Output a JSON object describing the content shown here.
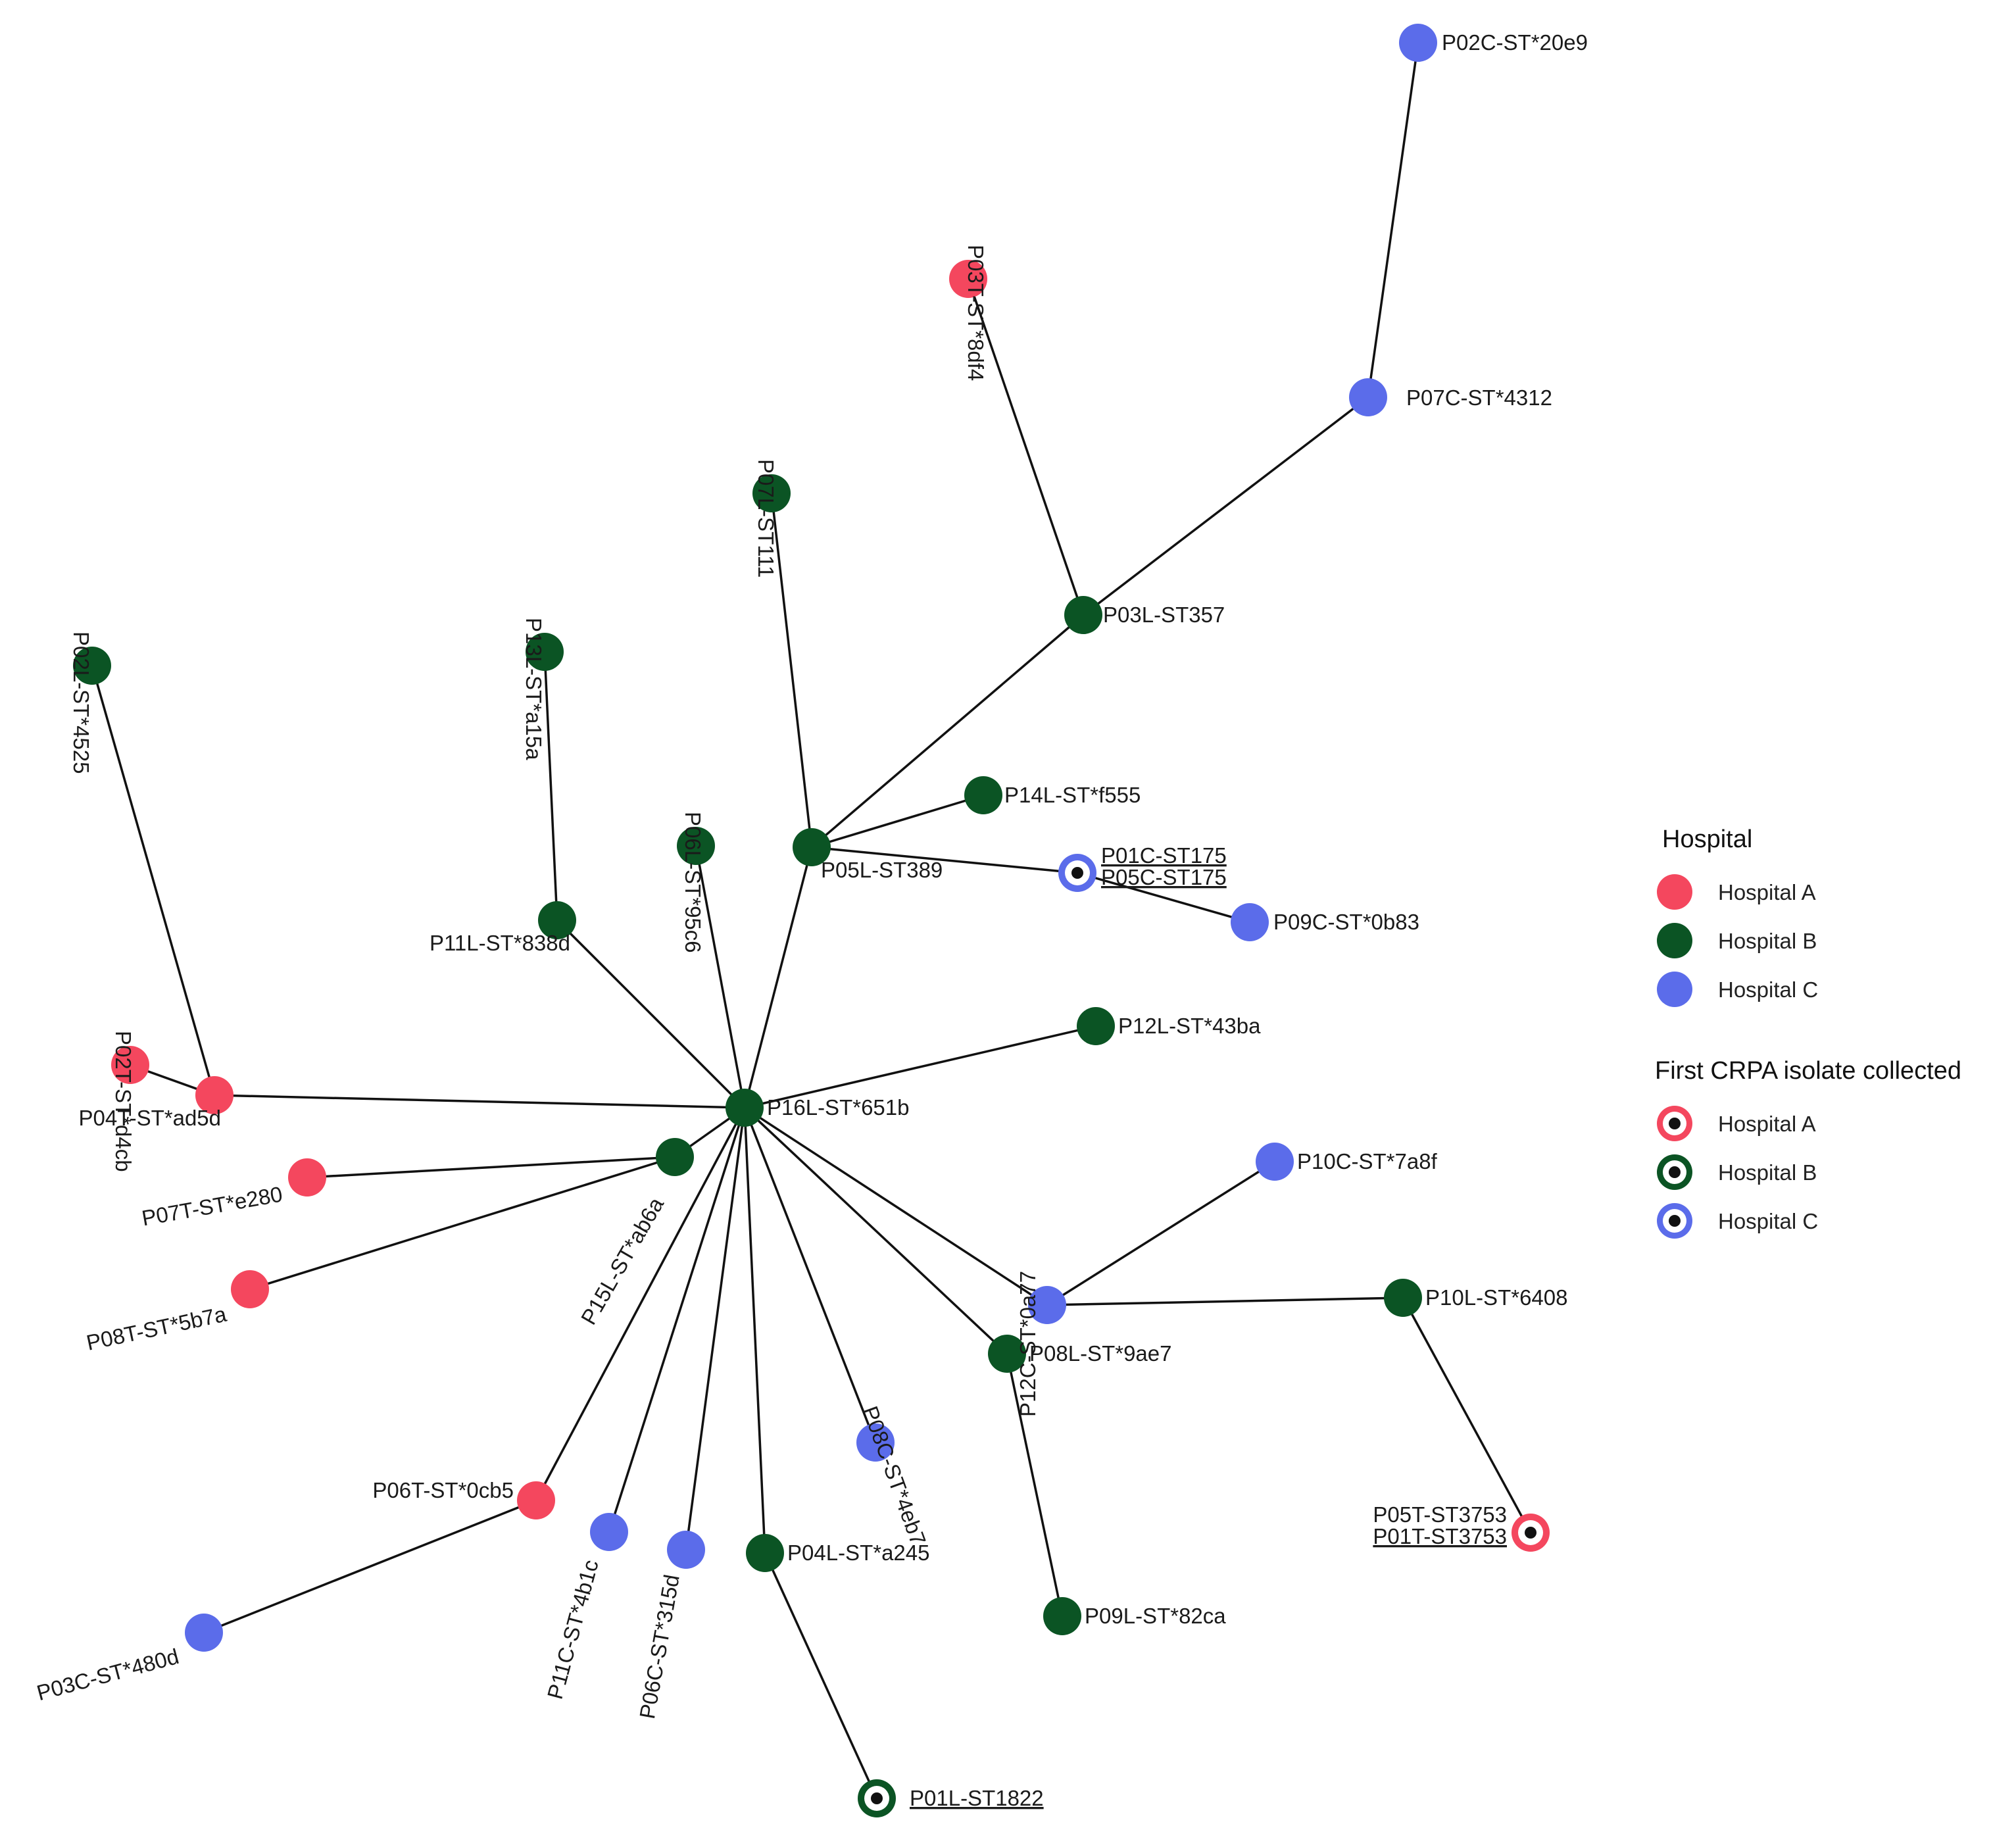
{
  "colors": {
    "hospital_a": "#f4475e",
    "hospital_b": "#0b5424",
    "hospital_c": "#5b6cea",
    "edge": "#111111",
    "first_dot": "#111111"
  },
  "legend": {
    "hospital_title": "Hospital",
    "hospital_items": [
      {
        "label": "Hospital A",
        "group": "A"
      },
      {
        "label": "Hospital B",
        "group": "B"
      },
      {
        "label": "Hospital C",
        "group": "C"
      }
    ],
    "first_title": "First CRPA isolate collected",
    "first_items": [
      {
        "label": "Hospital A",
        "group": "A"
      },
      {
        "label": "Hospital B",
        "group": "B"
      },
      {
        "label": "Hospital C",
        "group": "C"
      }
    ]
  },
  "nodes": [
    {
      "id": "P16L",
      "group": "B",
      "labels": [
        "P16L-ST*651b"
      ]
    },
    {
      "id": "P02C",
      "group": "C",
      "labels": [
        "P02C-ST*20e9"
      ]
    },
    {
      "id": "P03T",
      "group": "A",
      "labels": [
        "P03T-ST*8df4"
      ]
    },
    {
      "id": "P07C",
      "group": "C",
      "labels": [
        "P07C-ST*4312"
      ]
    },
    {
      "id": "P07L",
      "group": "B",
      "labels": [
        "P07L-ST111"
      ]
    },
    {
      "id": "P03L",
      "group": "B",
      "labels": [
        "P03L-ST357"
      ]
    },
    {
      "id": "P02L",
      "group": "B",
      "labels": [
        "P02L-ST*4525"
      ]
    },
    {
      "id": "P13L",
      "group": "B",
      "labels": [
        "P13L-ST*a15a"
      ]
    },
    {
      "id": "P06L",
      "group": "B",
      "labels": [
        "P06L-ST*95c6"
      ]
    },
    {
      "id": "P14L",
      "group": "B",
      "labels": [
        "P14L-ST*f555"
      ]
    },
    {
      "id": "P05L",
      "group": "B",
      "labels": [
        "P05L-ST389"
      ]
    },
    {
      "id": "P01C",
      "group": "C",
      "first": true,
      "labels": [
        "P01C-ST175",
        "P05C-ST175"
      ]
    },
    {
      "id": "P09C",
      "group": "C",
      "labels": [
        "P09C-ST*0b83"
      ]
    },
    {
      "id": "P11L",
      "group": "B",
      "labels": [
        "P11L-ST*838d"
      ]
    },
    {
      "id": "P02T",
      "group": "A",
      "labels": [
        "P02T-ST*d4cb"
      ]
    },
    {
      "id": "P04T",
      "group": "A",
      "labels": [
        "P04T-ST*ad5d"
      ]
    },
    {
      "id": "P12L",
      "group": "B",
      "labels": [
        "P12L-ST*43ba"
      ]
    },
    {
      "id": "P07T",
      "group": "A",
      "labels": [
        "P07T-ST*e280"
      ]
    },
    {
      "id": "P15L",
      "group": "B",
      "labels": [
        "P15L-ST*ab6a"
      ]
    },
    {
      "id": "P08T",
      "group": "A",
      "labels": [
        "P08T-ST*5b7a"
      ]
    },
    {
      "id": "P12C",
      "group": "C",
      "labels": [
        "P12C-ST*0a77"
      ]
    },
    {
      "id": "P10C",
      "group": "C",
      "labels": [
        "P10C-ST*7a8f"
      ]
    },
    {
      "id": "P10L",
      "group": "B",
      "labels": [
        "P10L-ST*6408"
      ]
    },
    {
      "id": "P08L",
      "group": "B",
      "labels": [
        "P08L-ST*9ae7"
      ]
    },
    {
      "id": "P08C",
      "group": "C",
      "labels": [
        "P08C-ST*4eb7"
      ]
    },
    {
      "id": "P05T",
      "group": "A",
      "first": true,
      "labels": [
        "P05T-ST3753",
        "P01T-ST3753"
      ]
    },
    {
      "id": "P06T",
      "group": "A",
      "labels": [
        "P06T-ST*0cb5"
      ]
    },
    {
      "id": "P11C",
      "group": "C",
      "labels": [
        "P11C-ST*4b1c"
      ]
    },
    {
      "id": "P06C",
      "group": "C",
      "labels": [
        "P06C-ST*315d"
      ]
    },
    {
      "id": "P04L",
      "group": "B",
      "labels": [
        "P04L-ST*a245"
      ]
    },
    {
      "id": "P09L",
      "group": "B",
      "labels": [
        "P09L-ST*82ca"
      ]
    },
    {
      "id": "P03C",
      "group": "C",
      "labels": [
        "P03C-ST*480d"
      ]
    },
    {
      "id": "P01L",
      "group": "B",
      "first": true,
      "labels": [
        "P01L-ST1822"
      ]
    }
  ],
  "edges": [
    [
      "P16L",
      "P05L"
    ],
    [
      "P16L",
      "P06L"
    ],
    [
      "P16L",
      "P11L"
    ],
    [
      "P16L",
      "P04T"
    ],
    [
      "P16L",
      "P12L"
    ],
    [
      "P16L",
      "P15L"
    ],
    [
      "P16L",
      "P06T"
    ],
    [
      "P16L",
      "P11C"
    ],
    [
      "P16L",
      "P06C"
    ],
    [
      "P16L",
      "P04L"
    ],
    [
      "P16L",
      "P08C"
    ],
    [
      "P16L",
      "P08L"
    ],
    [
      "P16L",
      "P12C"
    ],
    [
      "P05L",
      "P07L"
    ],
    [
      "P05L",
      "P03L"
    ],
    [
      "P05L",
      "P14L"
    ],
    [
      "P05L",
      "P01C"
    ],
    [
      "P03L",
      "P03T"
    ],
    [
      "P03L",
      "P07C"
    ],
    [
      "P07C",
      "P02C"
    ],
    [
      "P01C",
      "P09C"
    ],
    [
      "P11L",
      "P13L"
    ],
    [
      "P04T",
      "P02L"
    ],
    [
      "P04T",
      "P02T"
    ],
    [
      "P15L",
      "P07T"
    ],
    [
      "P15L",
      "P08T"
    ],
    [
      "P12C",
      "P10C"
    ],
    [
      "P12C",
      "P10L"
    ],
    [
      "P10L",
      "P05T"
    ],
    [
      "P08L",
      "P09L"
    ],
    [
      "P06T",
      "P03C"
    ],
    [
      "P04L",
      "P01L"
    ]
  ]
}
